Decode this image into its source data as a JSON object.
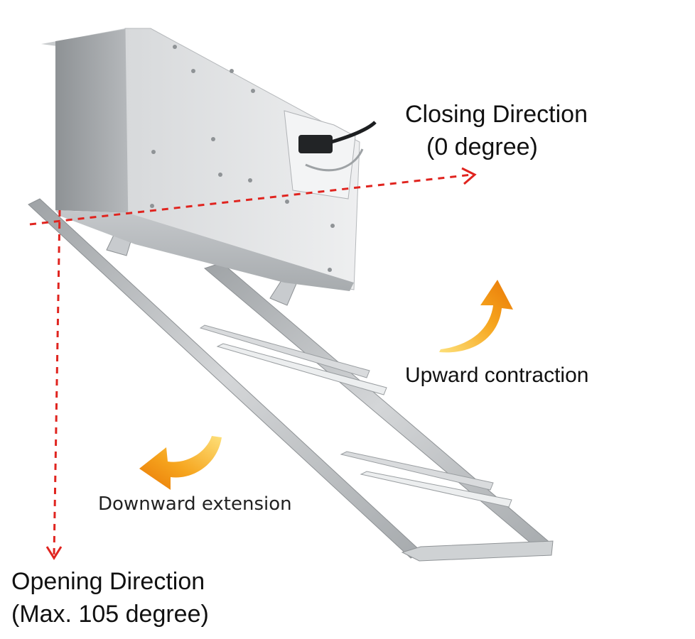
{
  "labels": {
    "closing_line1": "Closing Direction",
    "closing_line2": "(0 degree)",
    "upward": "Upward contraction",
    "downward": "Downward extension",
    "opening_line1": "Opening Direction",
    "opening_line2": "(Max. 105 degree)"
  },
  "colors": {
    "direction_line": "#e0241f",
    "arrow_orange": "#f08a10",
    "arrow_yellow": "#fbc832",
    "housing": "#e4e5e6",
    "frame": "#b9bcbf"
  },
  "icons": {
    "upward": "curved-arrow-up-icon",
    "downward": "curved-arrow-down-icon"
  }
}
